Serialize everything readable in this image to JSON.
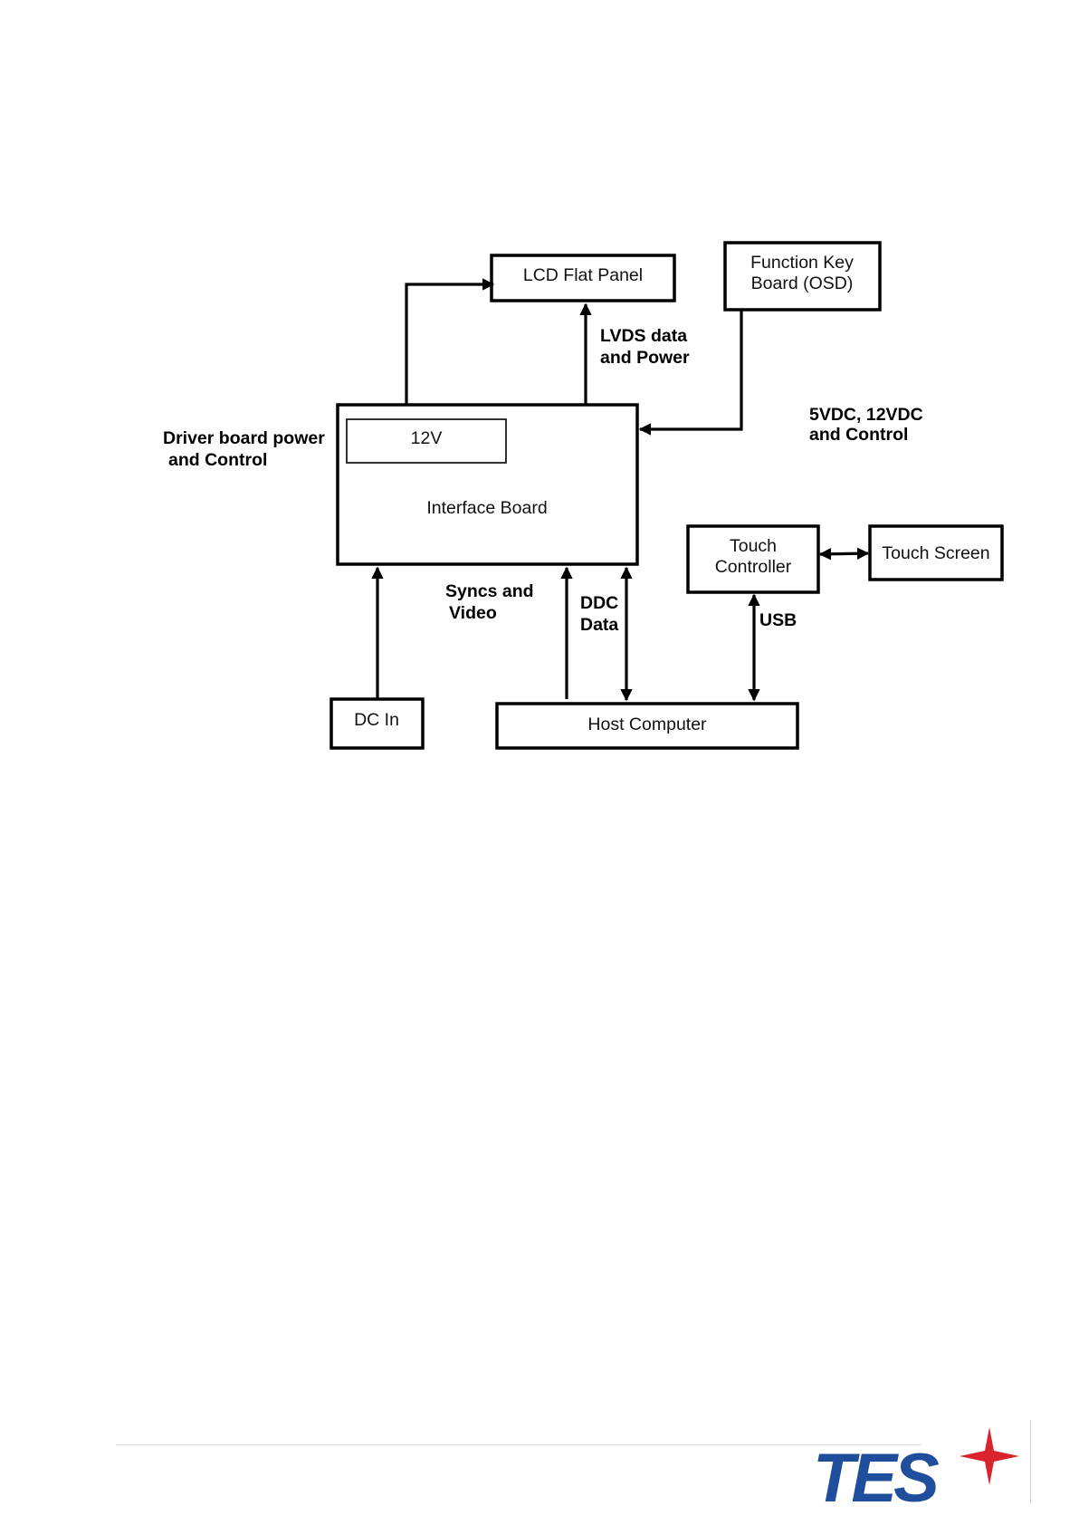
{
  "diagram": {
    "boxes": {
      "lcd": "LCD Flat Panel",
      "fkb_line1": "Function Key",
      "fkb_line2": "Board (OSD)",
      "v12": "12V",
      "interface": "Interface Board",
      "touch_ctrl_line1": "Touch",
      "touch_ctrl_line2": "Controller",
      "touch_screen": "Touch Screen",
      "dc_in": "DC In",
      "host": "Host Computer"
    },
    "labels": {
      "lvds_line1": "LVDS data",
      "lvds_line2": "and Power",
      "power5_line1": "5VDC, 12VDC",
      "power5_line2": "and Control",
      "driver_line1": "Driver board power",
      "driver_line2": "and Control",
      "syncs_line1": "Syncs and",
      "syncs_line2": "Video",
      "ddc_line1": "DDC",
      "ddc_line2": "Data",
      "usb": "USB"
    }
  },
  "footer": {
    "logo_text": "TES",
    "logo_color": "#1f4e9c",
    "star_color": "#d9232d"
  }
}
